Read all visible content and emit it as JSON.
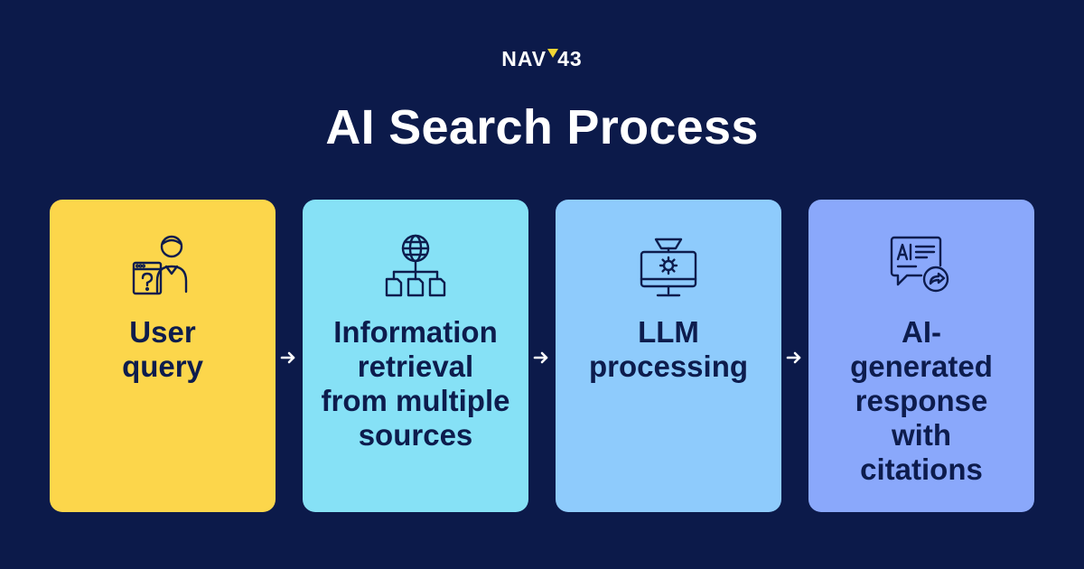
{
  "brand": {
    "name_left": "NAV",
    "name_right": "43",
    "accent_color": "#f2d634"
  },
  "title": "AI Search Process",
  "colors": {
    "background": "#0c1a4a",
    "text_dark": "#0d1c4d"
  },
  "steps": [
    {
      "label": "User query",
      "icon": "user-question-icon",
      "color": "#fcd64b"
    },
    {
      "label": "Information retrieval from multiple sources",
      "icon": "globe-network-icon",
      "color": "#86e1f6"
    },
    {
      "label": "LLM processing",
      "icon": "monitor-gear-icon",
      "color": "#8ecbfc"
    },
    {
      "label": "AI-generated response with citations",
      "icon": "ai-chat-share-icon",
      "color": "#8aa8fb"
    }
  ],
  "connector_icon": "arrow-right-icon"
}
